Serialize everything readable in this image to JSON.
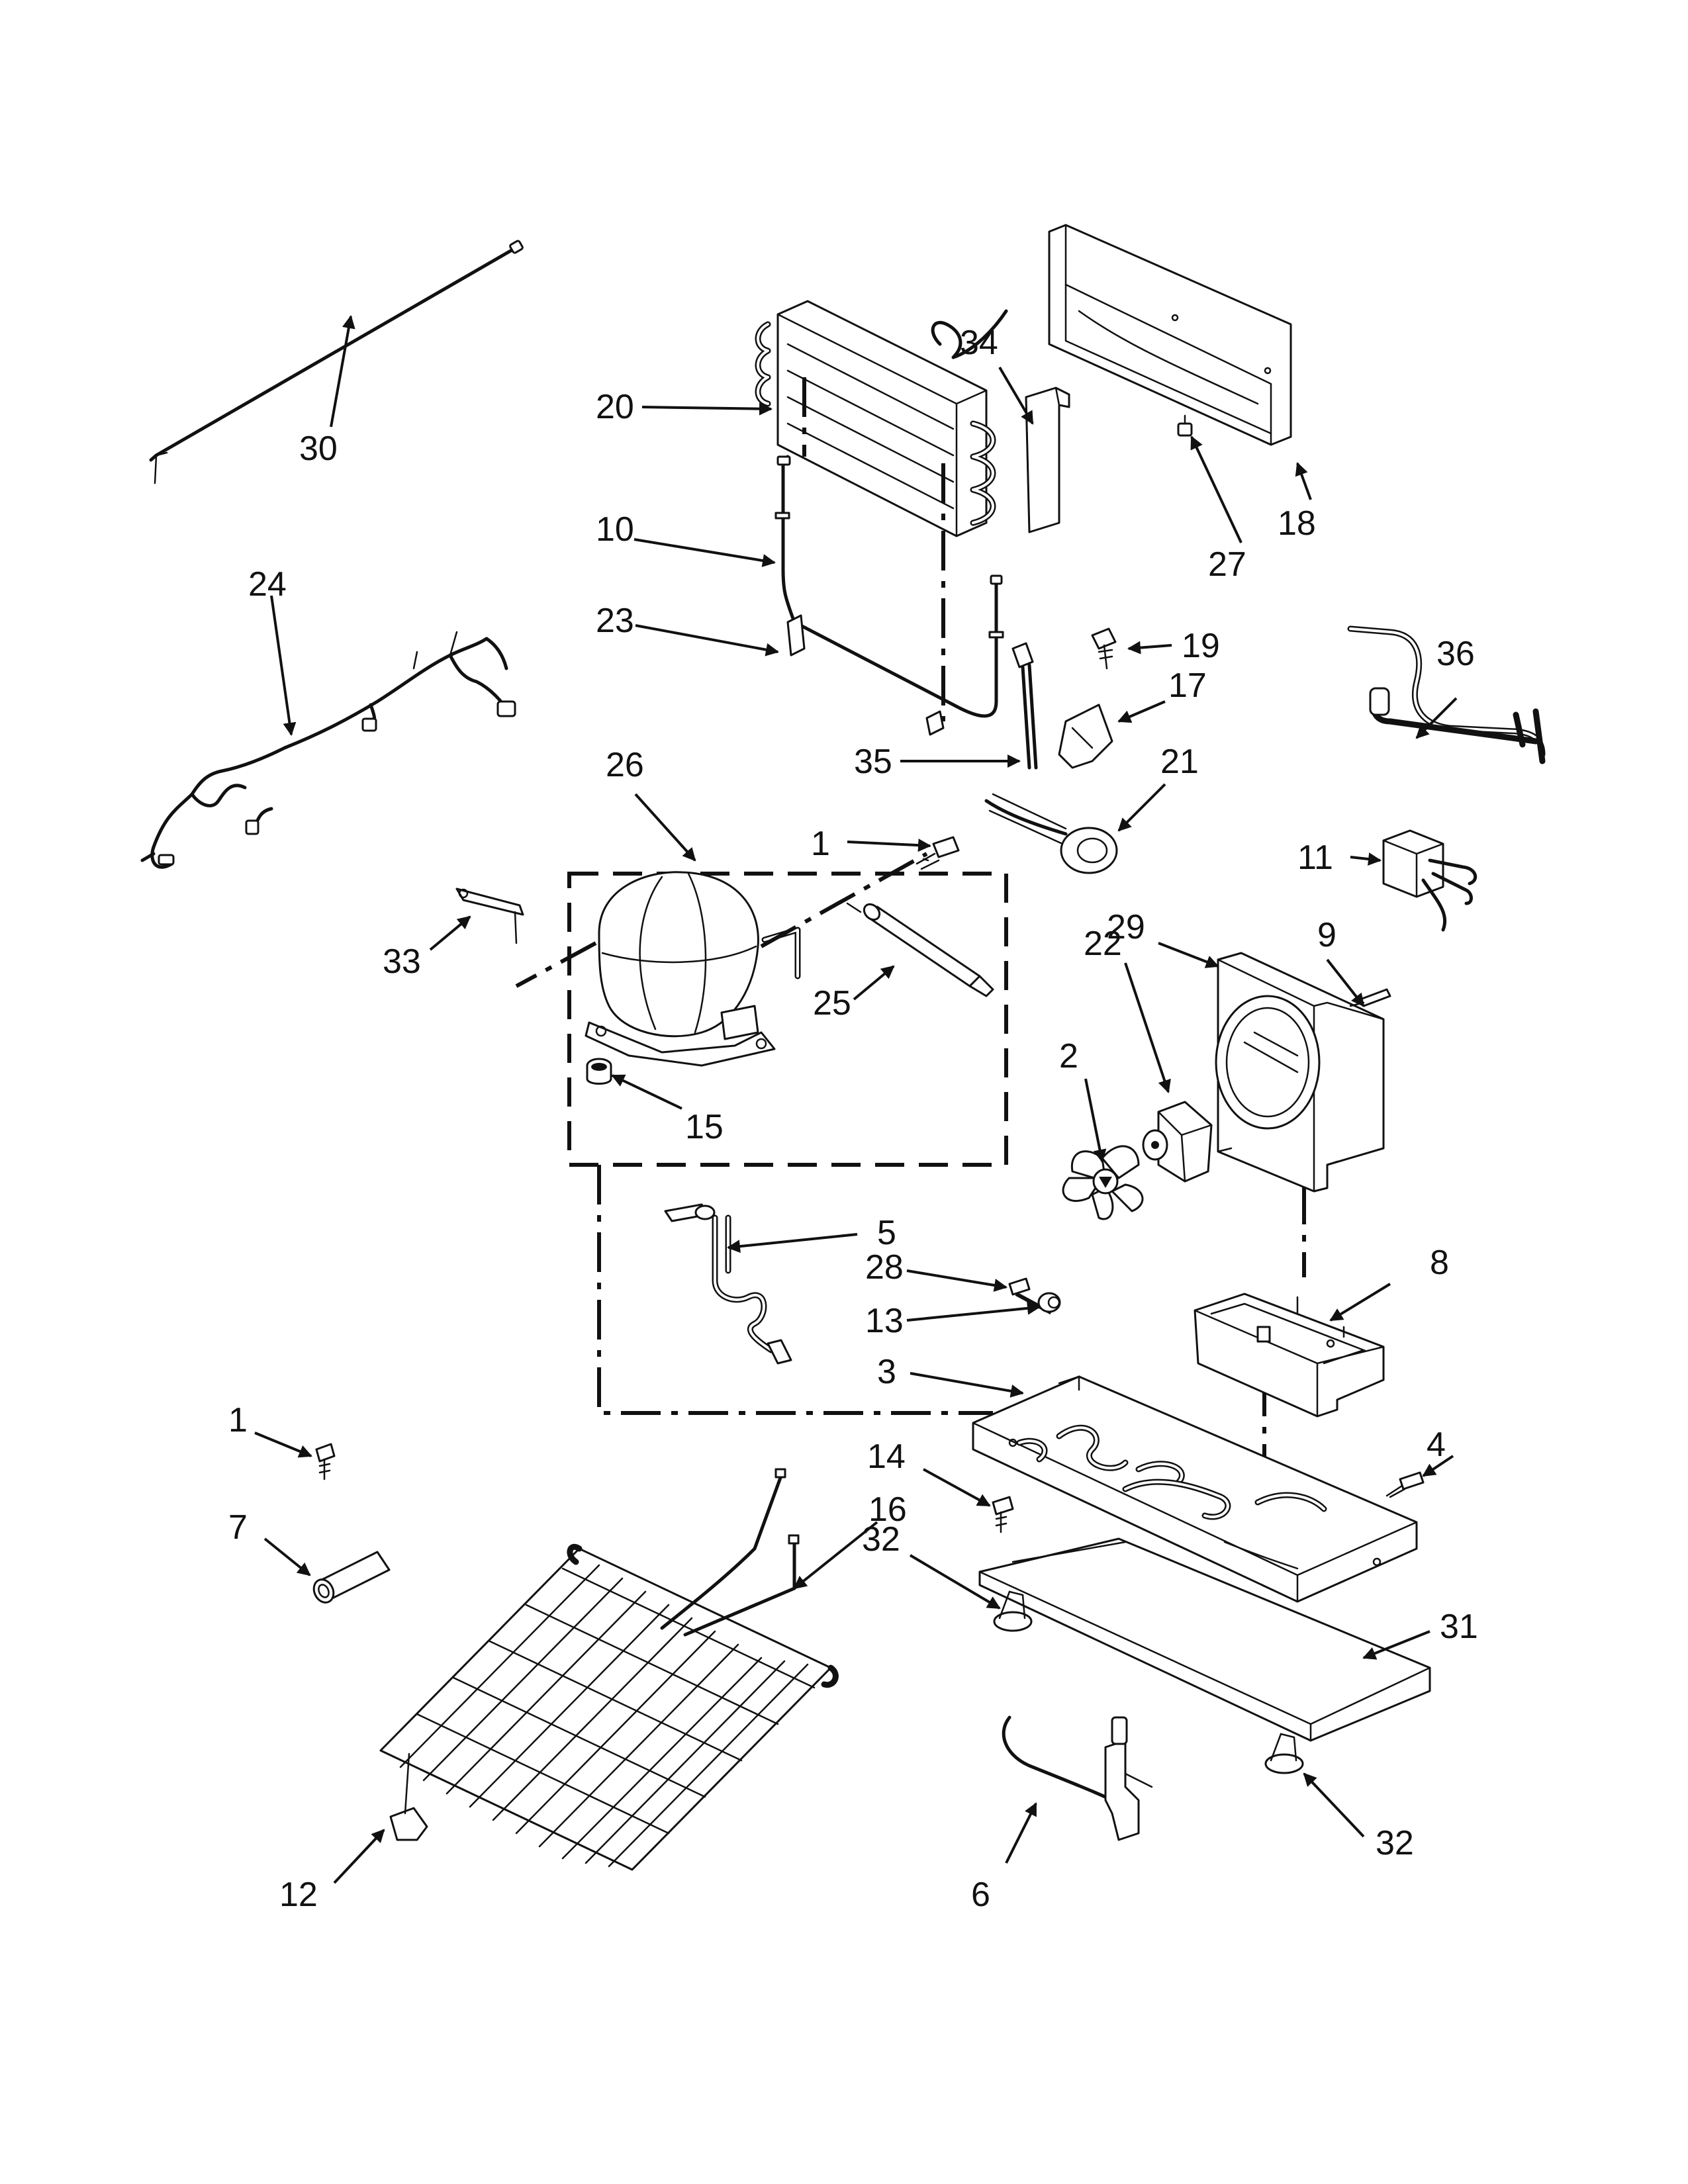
{
  "callouts": {
    "c1a": "1",
    "c1b": "1",
    "c2": "2",
    "c3": "3",
    "c4": "4",
    "c5": "5",
    "c6": "6",
    "c7": "7",
    "c8": "8",
    "c9": "9",
    "c10": "10",
    "c11": "11",
    "c12": "12",
    "c13": "13",
    "c14": "14",
    "c15": "15",
    "c16": "16",
    "c17": "17",
    "c18": "18",
    "c19": "19",
    "c20": "20",
    "c21": "21",
    "c22": "22",
    "c23": "23",
    "c24": "24",
    "c25": "25",
    "c26": "26",
    "c27": "27",
    "c28": "28",
    "c29": "29",
    "c30": "30",
    "c31": "31",
    "c32a": "32",
    "c32b": "32",
    "c33": "33",
    "c34": "34",
    "c35": "35",
    "c36": "36"
  }
}
